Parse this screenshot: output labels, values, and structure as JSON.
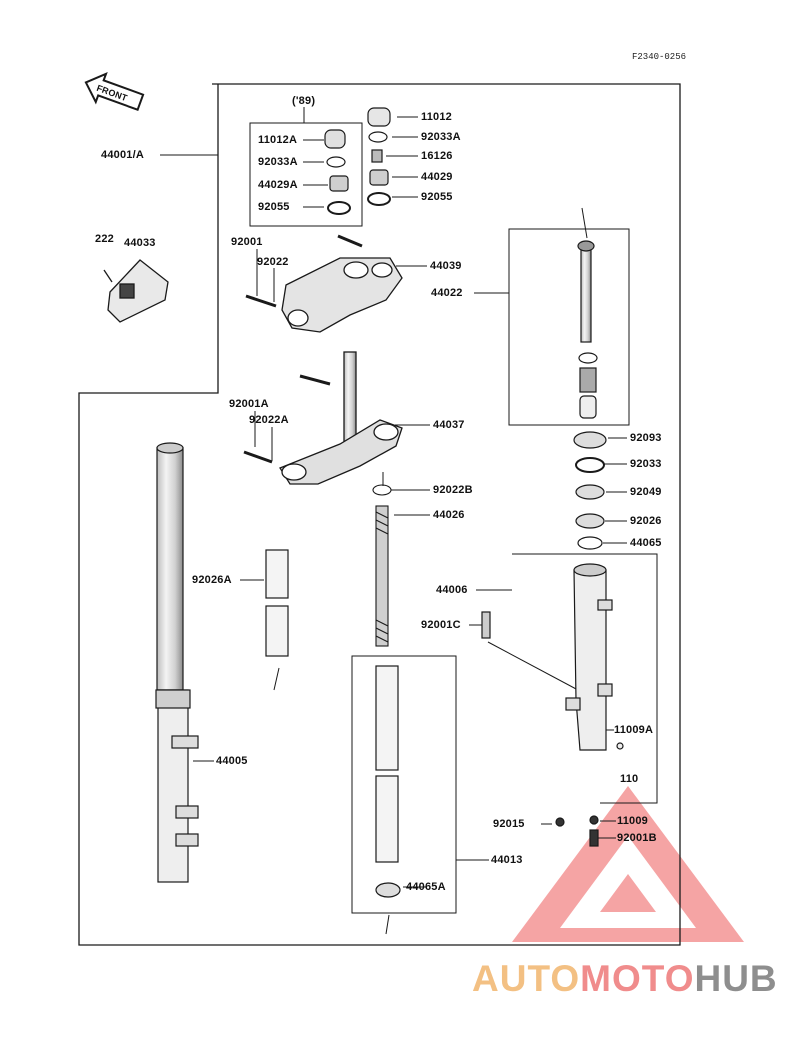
{
  "diagram_code": "F2340-0256",
  "front_label": "FRONT",
  "year_note": "('89)",
  "watermark": {
    "part1": "AUTO",
    "part2": "MOTO",
    "part3": "HUB"
  },
  "parts": {
    "p44001A": "44001/A",
    "p11012": "11012",
    "p92033A": "92033A",
    "p16126": "16126",
    "p44029": "44029",
    "p92055": "92055",
    "p11012A_box": "11012A",
    "p92033A_box": "92033A",
    "p44029A_box": "44029A",
    "p92055_box": "92055",
    "p222": "222",
    "p44033": "44033",
    "p92001": "92001",
    "p92022": "92022",
    "p44039": "44039",
    "p44022": "44022",
    "p92001A": "92001A",
    "p92022A": "92022A",
    "p44037": "44037",
    "p92093": "92093",
    "p92033": "92033",
    "p92022B": "92022B",
    "p92049": "92049",
    "p44026": "44026",
    "p92026": "92026",
    "p44065": "44065",
    "p92026A": "92026A",
    "p44006": "44006",
    "p92001C": "92001C",
    "p11009A": "11009A",
    "p110": "110",
    "p44005": "44005",
    "p92015": "92015",
    "p11009": "11009",
    "p92001B": "92001B",
    "p44013": "44013",
    "p44065A": "44065A"
  },
  "colors": {
    "line": "#1a1a1a",
    "watermark_triangle": "#ee4b4b",
    "watermark_orange": "#f3c083",
    "watermark_gray": "#8e8e8e"
  }
}
